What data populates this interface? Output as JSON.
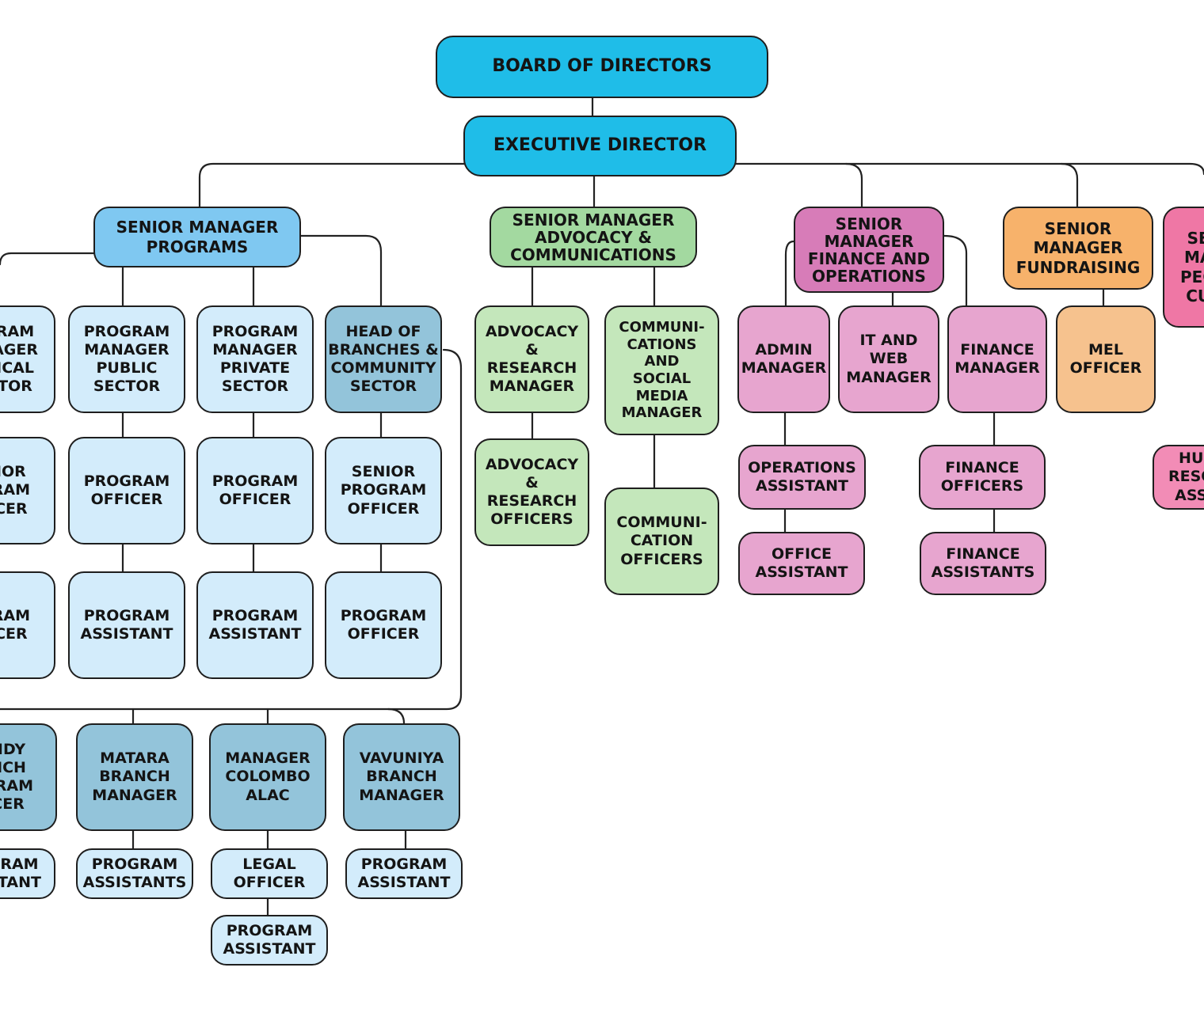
{
  "colors": {
    "top_level": "#1fbde8",
    "programs": "#7fc8f1",
    "programs_light": "#d3ecfb",
    "branches": "#93c4da",
    "advocacy": "#a3d9a0",
    "advocacy_light": "#c4e7bb",
    "finance": "#d77cb8",
    "finance_light": "#e7a5cf",
    "fundraising": "#f7b26b",
    "fundraising_light": "#f6c28e",
    "people_culture": "#ef77a5"
  },
  "nodes": {
    "board": "BOARD OF DIRECTORS",
    "executive": "EXECUTIVE DIRECTOR",
    "sm_programs": "SENIOR MANAGER\nPROGRAMS",
    "pm_critical": "RAM\nAGER\nICAL\nTOR",
    "pm_public": "PROGRAM\nMANAGER\nPUBLIC\nSECTOR",
    "pm_private": "PROGRAM\nMANAGER\nPRIVATE\nSECTOR",
    "head_branches": "HEAD OF\nBRANCHES &\nCOMMUNITY\nSECTOR",
    "spo_left": "IOR\nRAM\nCER",
    "po_public": "PROGRAM\nOFFICER",
    "po_private": "PROGRAM\nOFFICER",
    "spo_community": "SENIOR\nPROGRAM\nOFFICER",
    "po_left": "RAM\nCER",
    "pa_public": "PROGRAM\nASSISTANT",
    "pa_private": "PROGRAM\nASSISTANT",
    "po_community": "PROGRAM\nOFFICER",
    "kandy": "NDY\nNCH\nGRAM\nCER",
    "matara": "MATARA\nBRANCH\nMANAGER",
    "colombo": "MANAGER\nCOLOMBO\nALAC",
    "vavuniya": "VAVUNIYA\nBRANCH\nMANAGER",
    "kandy_pa": "RAM\nTANT",
    "matara_pa": "PROGRAM\nASSISTANTS",
    "legal": "LEGAL\nOFFICER",
    "colombo_pa": "PROGRAM\nASSISTANT",
    "vavuniya_pa": "PROGRAM\nASSISTANT",
    "sm_advocacy": "SENIOR MANAGER\nADVOCACY &\nCOMMUNICATIONS",
    "adv_manager": "ADVOCACY\n&\nRESEARCH\nMANAGER",
    "adv_officers": "ADVOCACY\n&\nRESEARCH\nOFFICERS",
    "comm_manager": "COMMUNI-\nCATIONS\nAND\nSOCIAL\nMEDIA\nMANAGER",
    "comm_officers": "COMMUNI-\nCATION\nOFFICERS",
    "sm_finance": "SENIOR\nMANAGER\nFINANCE AND\nOPERATIONS",
    "admin_manager": "ADMIN\nMANAGER",
    "it_manager": "IT AND\nWEB\nMANAGER",
    "finance_manager": "FINANCE\nMANAGER",
    "ops_assistant": "OPERATIONS\nASSISTANT",
    "office_assistant": "OFFICE\nASSISTANT",
    "finance_officers": "FINANCE\nOFFICERS",
    "finance_assistants": "FINANCE\nASSISTANTS",
    "sm_fundraising": "SENIOR\nMANAGER\nFUNDRAISING",
    "mel_officer": "MEL\nOFFICER",
    "sm_people": "SE\nMA\nPEO\nCU",
    "hr_assistant": "HU\nRESO\nASS"
  }
}
